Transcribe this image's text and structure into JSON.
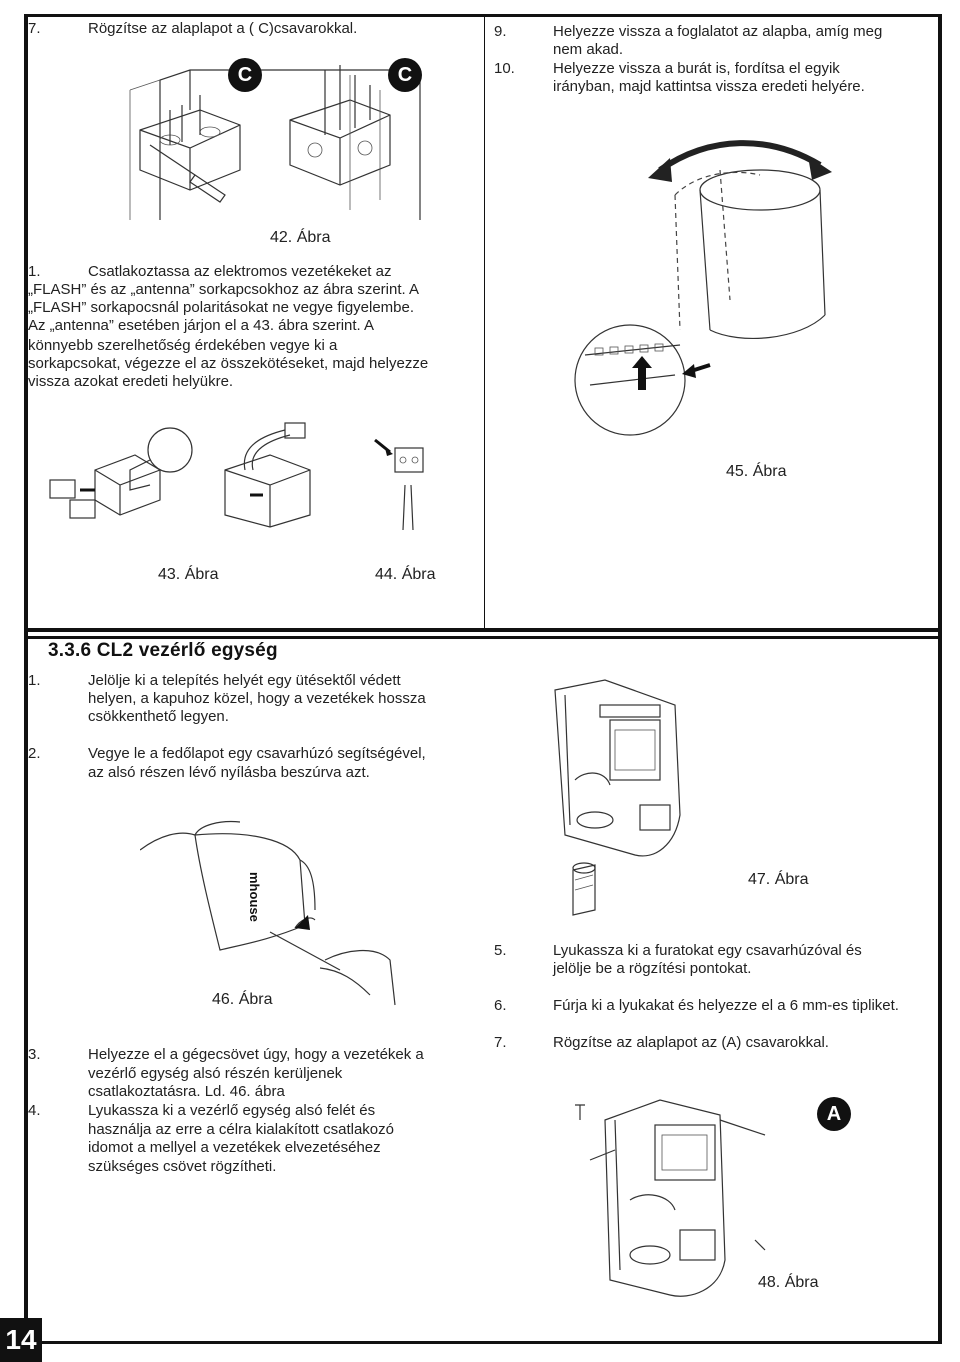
{
  "page_number": "14",
  "section1": {
    "step7_num": "7.",
    "step7_text": "Rögzítse az alaplapot a ( C)csavarokkal.",
    "badge_c": "C",
    "fig42": "42. Ábra",
    "step1_num": "1.",
    "step1_lines": [
      "Csatlakoztassa az elektromos vezetékeket az",
      "„FLASH” és az „antenna” sorkapcsokhoz az ábra szerint. A",
      "„FLASH” sorkapocsnál polaritásokat ne vegye figyelembe.",
      "Az „antenna” esetében járjon el a 43. ábra szerint. A",
      "könnyebb szerelhetőség érdekében vegye ki a",
      "sorkapcsokat, végezze el az összekötéseket, majd helyezze",
      "vissza azokat eredeti helyükre."
    ],
    "fig43": "43. Ábra",
    "fig44": "44. Ábra",
    "step9_num": "9.",
    "step9_lines": [
      "Helyezze vissza a foglalatot az alapba, amíg meg",
      "nem akad."
    ],
    "step10_num": "10.",
    "step10_lines": [
      "Helyezze vissza a burát is, fordítsa el egyik",
      "irányban, majd kattintsa vissza eredeti helyére."
    ],
    "fig45": "45. Ábra"
  },
  "section2": {
    "heading": "3.3.6  CL2 vezérlő egység",
    "step1_num": "1.",
    "step1_lines": [
      "Jelölje ki a telepítés helyét egy ütésektől védett",
      "helyen, a kapuhoz közel, hogy a vezetékek hossza",
      "csökkenthető legyen."
    ],
    "step2_num": "2.",
    "step2_lines": [
      "Vegye le a fedőlapot egy csavarhúzó segítségével,",
      "az alsó részen lévő nyílásba beszúrva azt."
    ],
    "fig46": "46. Ábra",
    "cover_brand": "mhouse",
    "step3_num": "3.",
    "step3_lines": [
      "Helyezze el a gégecsövet úgy, hogy a vezetékek a",
      "vezérlő egység alsó részén kerüljenek",
      "csatlakoztatásra. Ld. 46. ábra"
    ],
    "step4_num": "4.",
    "step4_lines": [
      "Lyukassza ki a vezérlő egység alsó felét és",
      "használja az erre a célra kialakított csatlakozó",
      "idomot a mellyel a vezetékek elvezetéséhez",
      "szükséges csövet rögzítheti."
    ],
    "fig47": "47. Ábra",
    "step5_num": "5.",
    "step5_lines": [
      "Lyukassza ki a furatokat egy csavarhúzóval és",
      "jelölje be a rögzítési pontokat."
    ],
    "step6_num": "6.",
    "step6_lines": [
      "Fúrja ki a lyukakat és helyezze el a 6 mm-es tipliket."
    ],
    "step7_num": "7.",
    "step7_lines": [
      "Rögzítse az alaplapot az (A) csavarokkal."
    ],
    "badge_a": "A",
    "fig48": "48. Ábra"
  }
}
